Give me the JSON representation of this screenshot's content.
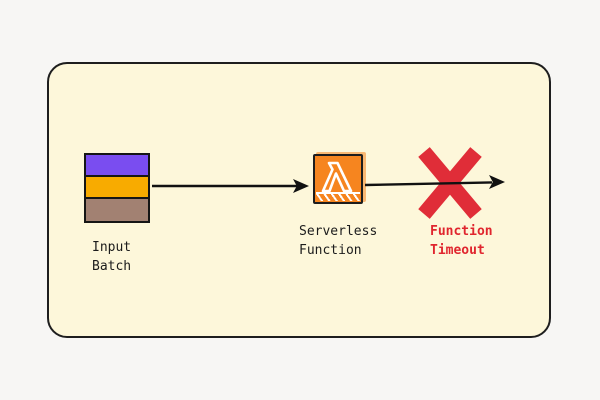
{
  "colors": {
    "page_background": "#f7f6f4",
    "panel_fill": "#fdf7da",
    "panel_border": "#1e1e1e",
    "arrow_black": "#111111",
    "batch_purple": "#7a4df0",
    "batch_amber": "#f8ab00",
    "batch_brown": "#a28172",
    "lambda_orange": "#f6851f",
    "error_red": "#e0252e",
    "label_text": "#1c1c1c"
  },
  "nodes": {
    "input_batch": {
      "label_line1": "Input",
      "label_line2": "Batch",
      "segments": [
        {
          "name": "purple-segment",
          "color": "#7a4df0"
        },
        {
          "name": "amber-segment",
          "color": "#f8ab00"
        },
        {
          "name": "brown-segment",
          "color": "#a28172"
        }
      ]
    },
    "serverless_function": {
      "label_line1": "Serverless",
      "label_line2": "Function",
      "icon": "aws-lambda-icon",
      "glyph": "λ"
    },
    "function_timeout": {
      "label_line1": "Function",
      "label_line2": "Timeout",
      "marker": "red-x-icon"
    }
  },
  "edges": [
    {
      "from": "input-batch",
      "to": "serverless-function",
      "style": "solid-arrow"
    },
    {
      "from": "serverless-function",
      "to": "output",
      "style": "solid-arrow",
      "blocked_by": "red-x"
    }
  ]
}
